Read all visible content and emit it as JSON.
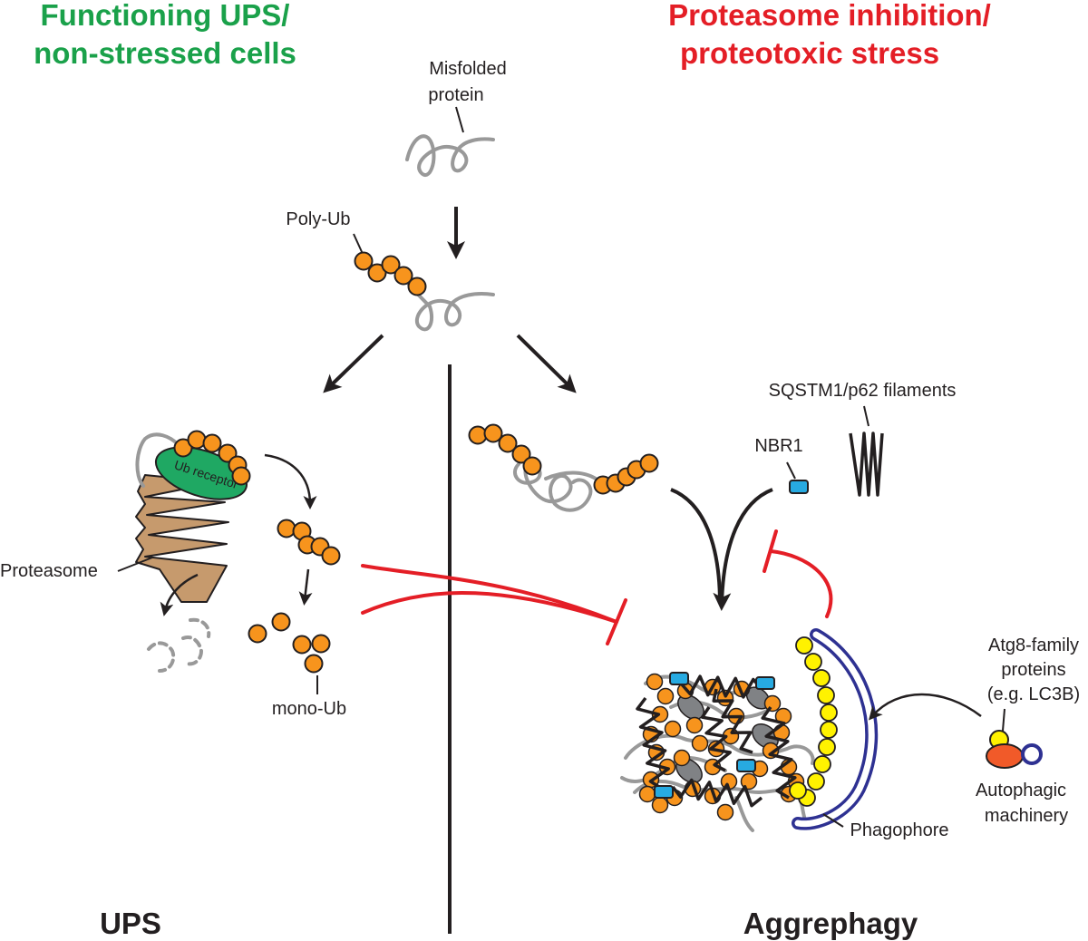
{
  "colors": {
    "green": "#1aa14a",
    "red": "#e41e26",
    "ub_orange": "#f7941d",
    "receptor_green": "#1fa863",
    "proteasome_tan": "#c69a6d",
    "nbr1_blue": "#27aae1",
    "lc3_yellow": "#fff200",
    "phagophore_navy": "#2e3192",
    "protein_gray": "#999999",
    "dark_gray": "#808285",
    "atg_red_orange": "#f15a29"
  },
  "header": {
    "left_line1": "Functioning UPS/",
    "left_line2": "non-stressed cells",
    "right_line1": "Proteasome inhibition/",
    "right_line2": "proteotoxic stress"
  },
  "labels": {
    "misfolded_line1": "Misfolded",
    "misfolded_line2": "protein",
    "poly_ub": "Poly-Ub",
    "ub_receptor": "Ub receptor",
    "proteasome": "Proteasome",
    "mono_ub": "mono-Ub",
    "sqstm1": "SQSTM1/p62 filaments",
    "nbr1": "NBR1",
    "atg8_line1": "Atg8-family",
    "atg8_line2": "proteins",
    "atg8_line3": "(e.g. LC3B)",
    "autophagic_line1": "Autophagic",
    "autophagic_line2": "machinery",
    "phagophore": "Phagophore"
  },
  "footer": {
    "left": "UPS",
    "right": "Aggrephagy"
  }
}
